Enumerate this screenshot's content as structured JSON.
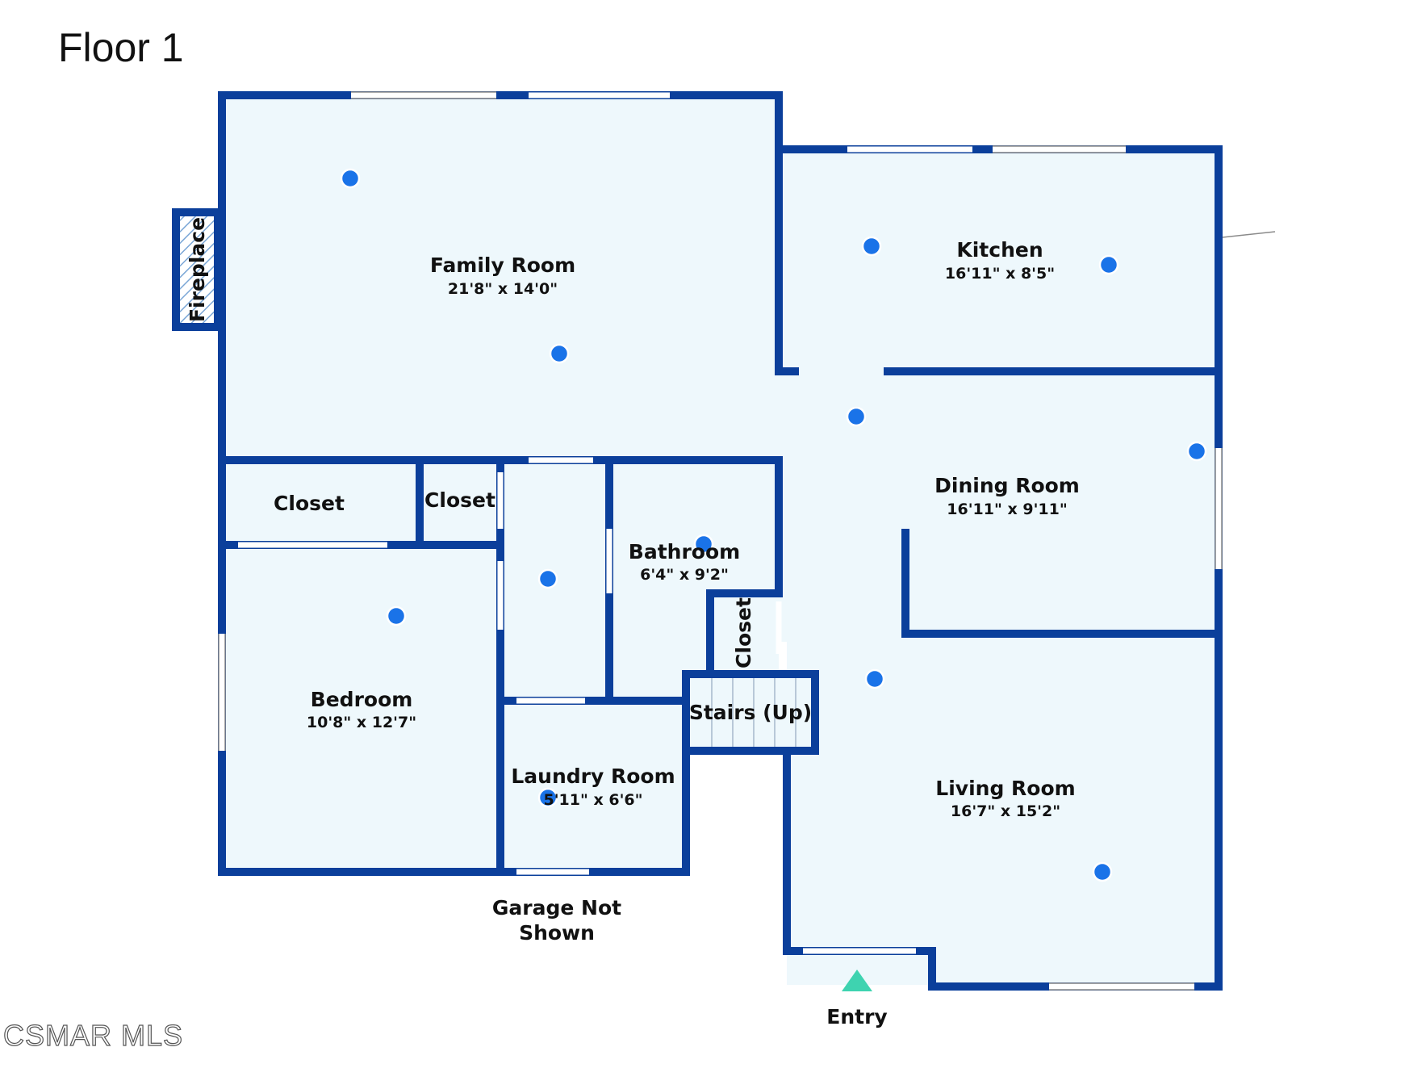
{
  "floor_title": "Floor 1",
  "watermark": "CSMAR MLS",
  "colors": {
    "wall": "#0b3f9b",
    "room_fill": "#eef8fc",
    "camera_dot": "#1a73e8",
    "entry_marker": "#3ed3b0"
  },
  "rooms": {
    "family_room": {
      "name": "Family Room",
      "dims": "21'8\" x 14'0\""
    },
    "kitchen": {
      "name": "Kitchen",
      "dims": "16'11\" x 8'5\""
    },
    "dining_room": {
      "name": "Dining Room",
      "dims": "16'11\" x 9'11\""
    },
    "bathroom": {
      "name": "Bathroom",
      "dims": "6'4\" x 9'2\""
    },
    "bedroom": {
      "name": "Bedroom",
      "dims": "10'8\" x 12'7\""
    },
    "laundry_room": {
      "name": "Laundry Room",
      "dims": "5'11\" x 6'6\""
    },
    "living_room": {
      "name": "Living Room",
      "dims": "16'7\" x 15'2\""
    }
  },
  "labels": {
    "fireplace": "Fireplace",
    "closet_left": "Closet",
    "closet_mid": "Closet",
    "closet_vertical": "Closet",
    "stairs": "Stairs (Up)",
    "garage_line1": "Garage Not",
    "garage_line2": "Shown",
    "entry": "Entry"
  }
}
